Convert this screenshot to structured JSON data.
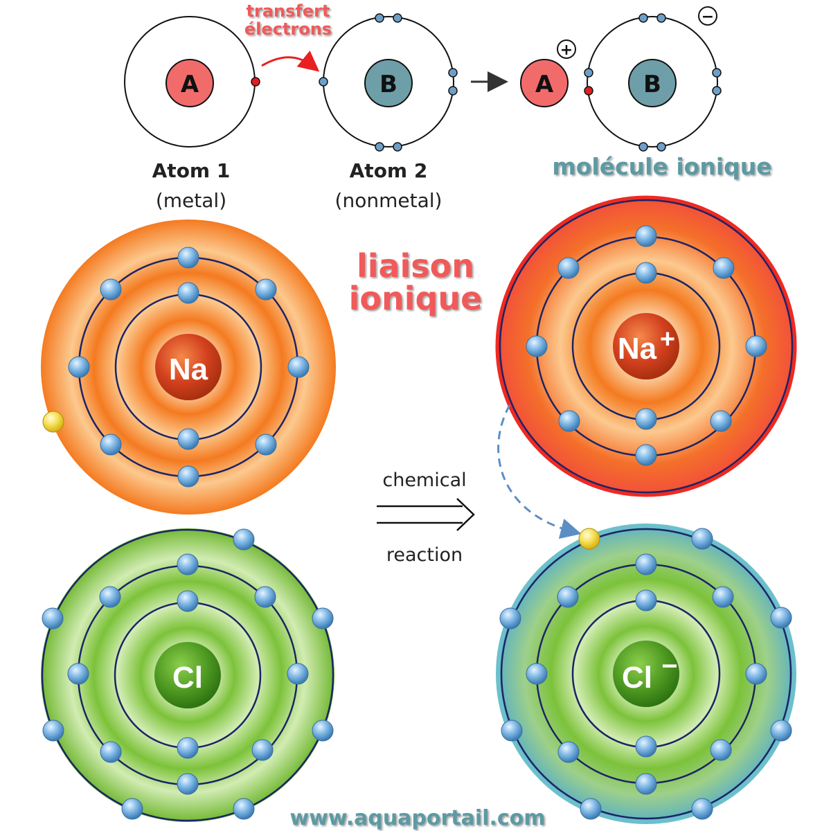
{
  "top": {
    "transfer_line1": "transfert",
    "transfer_line2": "électrons",
    "atom_a": "A",
    "atom_b": "B",
    "atom1_title": "Atom 1",
    "atom1_sub": "(metal)",
    "atom2_title": "Atom 2",
    "atom2_sub": "(nonmetal)",
    "plus_sign": "+",
    "minus_sign": "−",
    "ionic_molecule": "molécule ionique"
  },
  "bond_label_line1": "liaison",
  "bond_label_line2": "ionique",
  "reaction_label_top": "chemical",
  "reaction_label_bottom": "reaction",
  "atoms": {
    "na": "Na",
    "na_ion": "Na",
    "na_ion_charge": "+",
    "cl": "Cl",
    "cl_ion": "Cl",
    "cl_ion_charge": "−"
  },
  "footer_url": "www.aquaportail.com",
  "colors": {
    "metal_nucleus": "#f26b6b",
    "nonmetal_nucleus": "#6e9fa8",
    "electron": "#6aa8d8",
    "transferred_electron": "#f2d44a",
    "sodium": "#f47a20",
    "chlorine": "#7cc23a",
    "label_red": "#f05a5a",
    "label_blue": "#5b9aa3"
  }
}
